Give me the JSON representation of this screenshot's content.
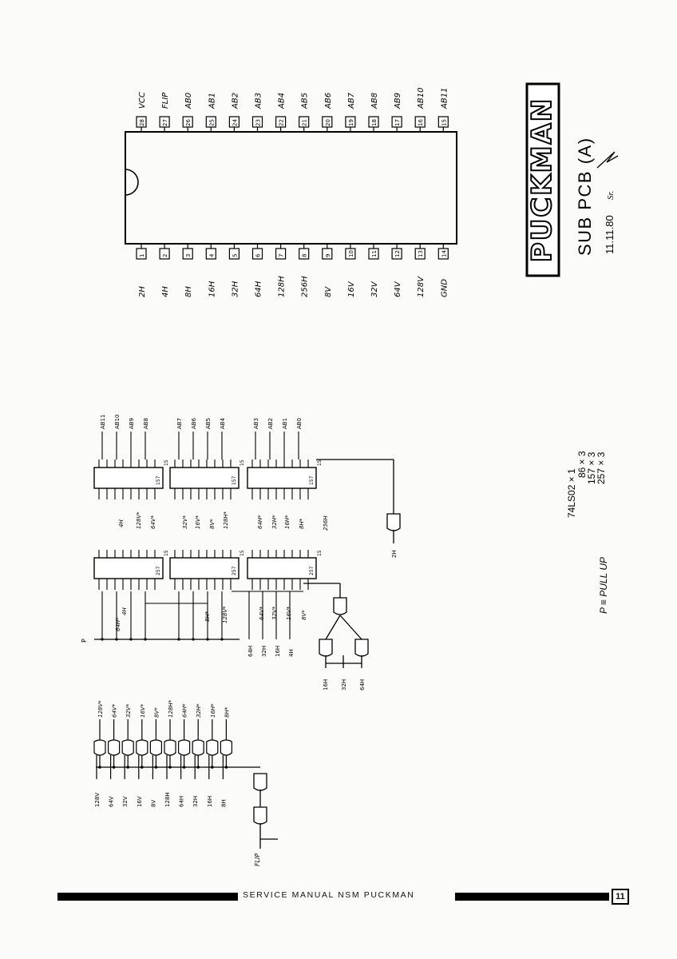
{
  "title_block": {
    "logo": "PUCKMAN",
    "board": "SUB PCB (A)",
    "date": "11.11.80",
    "initials": "Sr."
  },
  "ic": {
    "pins_top": [
      {
        "num": "28",
        "label": "VCC"
      },
      {
        "num": "27",
        "label": "FLIP"
      },
      {
        "num": "26",
        "label": "AB0"
      },
      {
        "num": "25",
        "label": "AB1"
      },
      {
        "num": "24",
        "label": "AB2"
      },
      {
        "num": "23",
        "label": "AB3"
      },
      {
        "num": "22",
        "label": "AB4"
      },
      {
        "num": "21",
        "label": "AB5"
      },
      {
        "num": "20",
        "label": "AB6"
      },
      {
        "num": "19",
        "label": "AB7"
      },
      {
        "num": "18",
        "label": "AB8"
      },
      {
        "num": "17",
        "label": "AB9"
      },
      {
        "num": "16",
        "label": "AB10"
      },
      {
        "num": "15",
        "label": "AB11"
      }
    ],
    "pins_bottom": [
      {
        "num": "1",
        "label": "2H"
      },
      {
        "num": "2",
        "label": "4H"
      },
      {
        "num": "3",
        "label": "8H"
      },
      {
        "num": "4",
        "label": "16H"
      },
      {
        "num": "5",
        "label": "32H"
      },
      {
        "num": "6",
        "label": "64H"
      },
      {
        "num": "7",
        "label": "128H"
      },
      {
        "num": "8",
        "label": "256H"
      },
      {
        "num": "9",
        "label": "8V"
      },
      {
        "num": "10",
        "label": "16V"
      },
      {
        "num": "11",
        "label": "32V"
      },
      {
        "num": "12",
        "label": "64V"
      },
      {
        "num": "13",
        "label": "128V"
      },
      {
        "num": "14",
        "label": "GND"
      }
    ]
  },
  "parts_list": [
    "74LS02 × 1",
    "86 × 3",
    "157 × 3",
    "257 × 3"
  ],
  "pull_up_note": "P ≡ PULL UP",
  "xor_section": {
    "inputs": [
      "128V",
      "64V",
      "32V",
      "16V",
      "8V",
      "128H",
      "64H",
      "32H",
      "16H",
      "8H"
    ],
    "outputs": [
      "128V*",
      "64V*",
      "32V*",
      "16V*",
      "8V*",
      "128H*",
      "64H*",
      "32H*",
      "16H*",
      "8H*"
    ],
    "flip_label": "FLIP"
  },
  "mux_section": {
    "p_label": "P",
    "outputs_top": [
      "AB11",
      "AB10",
      "AB9",
      "AB8"
    ],
    "outputs_mid": [
      "AB7",
      "AB6",
      "AB5",
      "AB4"
    ],
    "outputs_bot": [
      "AB3",
      "AB2",
      "AB1",
      "AB0"
    ],
    "inputs_a": [
      "4H",
      "128V*",
      "64V*",
      "32V*",
      "16V*",
      "8V*",
      "128H*",
      "64H*",
      "32H*",
      "16H*",
      "8H*",
      "256H"
    ],
    "inputs_b": [
      "64H*",
      "4H",
      "8H*",
      "128V*",
      "64V*",
      "32V*",
      "16V*",
      "8V*"
    ],
    "low_inputs": [
      "64H",
      "32H",
      "16H",
      "4H"
    ],
    "nor_inputs": [
      "16H",
      "32H",
      "64H"
    ],
    "clock_label": "2H",
    "chip_names": [
      "157",
      "257",
      "157",
      "257",
      "157",
      "257"
    ],
    "pin15": "15"
  },
  "footer": {
    "text": "SERVICE MANUAL   NSM   PUCKMAN",
    "page": "11"
  }
}
